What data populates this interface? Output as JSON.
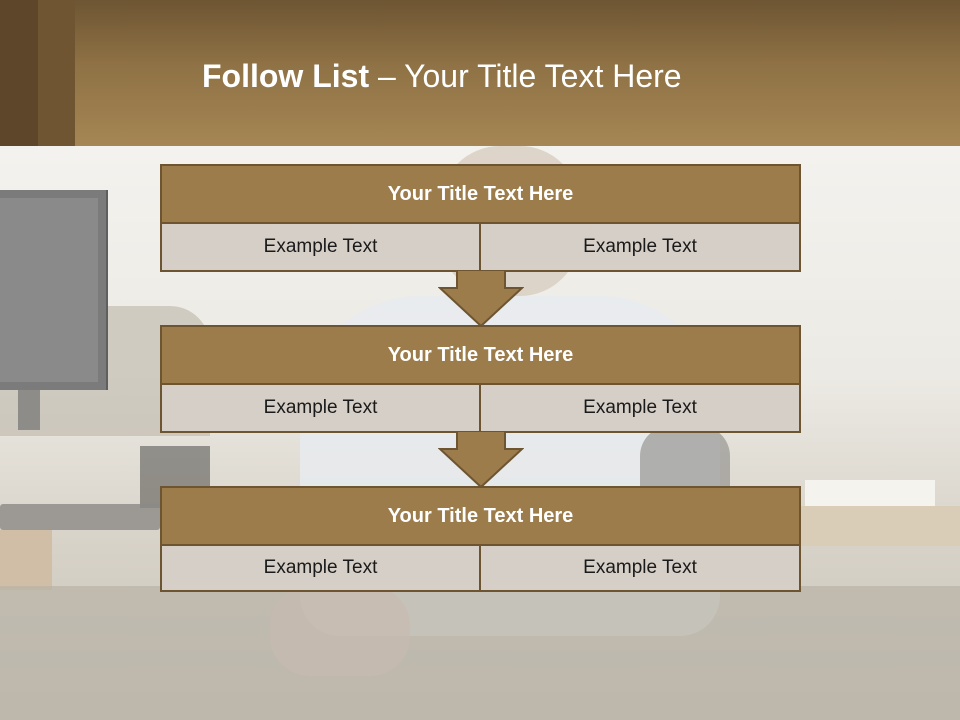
{
  "title": {
    "bold": "Follow List",
    "rest": " – Your Title Text Here"
  },
  "blocks": [
    {
      "heading": "Your Title Text Here",
      "left": "Example Text",
      "right": "Example Text"
    },
    {
      "heading": "Your Title Text Here",
      "left": "Example Text",
      "right": "Example Text"
    },
    {
      "heading": "Your Title Text Here",
      "left": "Example Text",
      "right": "Example Text"
    }
  ],
  "colors": {
    "header": "#9c7c4b",
    "border": "#6d5532",
    "cell": "#d6cfc7",
    "arrow": "#9c7c4b"
  },
  "icons": [
    "down-arrow-icon",
    "down-arrow-icon"
  ]
}
